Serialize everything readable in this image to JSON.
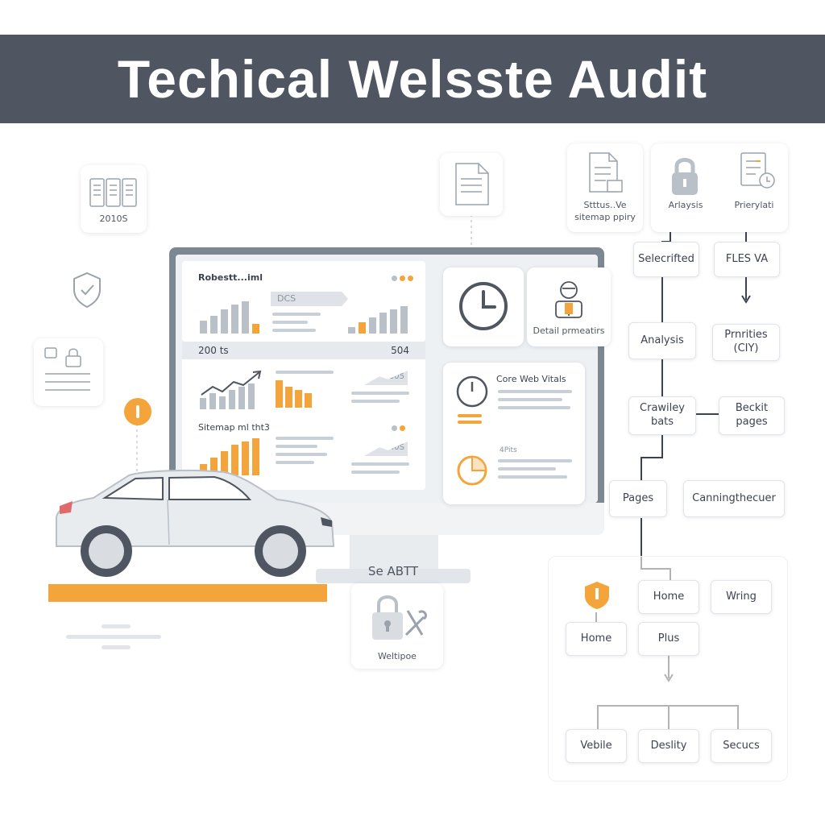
{
  "header": {
    "title": "Techical Welsste Audit"
  },
  "left_panel": {
    "top_card_label": "2010S"
  },
  "monitor": {
    "panel1": {
      "title": "Robestt...iml",
      "box_label": "DCS",
      "left_value": "200 ts",
      "right_value": "504"
    },
    "panel2": {
      "badge": "305"
    },
    "panel3": {
      "title": "Sitemap ml tht3",
      "badge": "40S"
    },
    "detail_card": {
      "label": "Detail prmeatirs"
    },
    "core_card": {
      "title": "Core Web Vitals",
      "sub_label": "4Pits"
    },
    "stand_label": "Se ABTT"
  },
  "bottom_card": {
    "label": "Weltipoe"
  },
  "top_right_cards": {
    "card1": {
      "line1": "Stttus..Ve",
      "line2": "sitemap ppiry"
    },
    "card2": {
      "label": "Arlaysis"
    },
    "card3": {
      "label": "Prierylati"
    }
  },
  "flow": {
    "selectifted": "Selecrifted",
    "fles_va": "FLES VA",
    "analysis": "Analysis",
    "priorities_line1": "Prnrities",
    "priorities_line2": "(CIY)",
    "crawley_line1": "Crawiley",
    "crawley_line2": "bats",
    "beckit_line1": "Beckit",
    "beckit_line2": "pages",
    "pages": "Pages",
    "canning": "Canningthecuer",
    "home_right": "Home",
    "wring": "Wring",
    "home_left": "Home",
    "plus": "Plus",
    "vebile": "Vebile",
    "deslity": "Deslity",
    "secucs": "Secucs"
  },
  "colors": {
    "banner": "#4f5661",
    "accent": "#f3a53c",
    "line": "#3c4250",
    "bar": "#b9c0c8"
  },
  "icons": [
    "document-icon",
    "clock-icon",
    "lock-icon",
    "shield-icon",
    "car-icon",
    "monitor-icon",
    "user-icon",
    "pie-icon",
    "bar-chart-icon",
    "line-chart-icon",
    "wrench-icon",
    "alert-icon"
  ]
}
